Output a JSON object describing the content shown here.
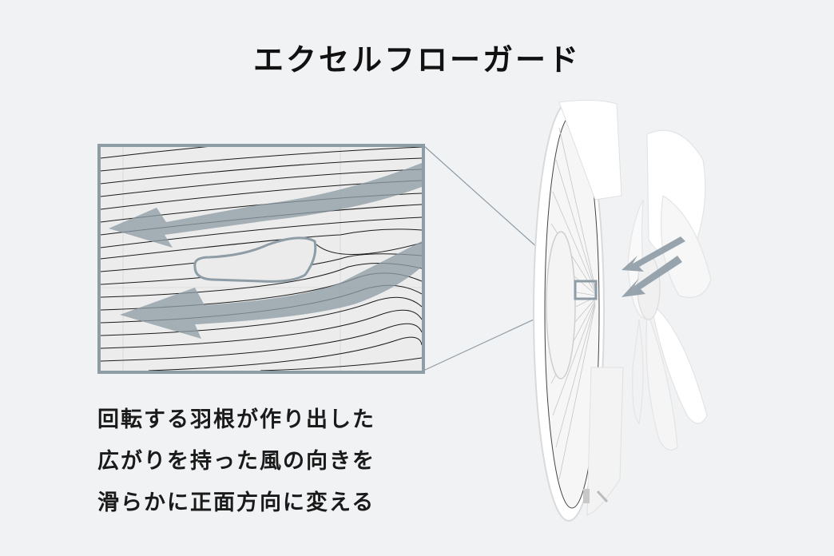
{
  "title": "エクセルフローガード",
  "caption": {
    "lines": [
      "回転する羽根が作り出した",
      "広がりを持った風の向きを",
      "滑らかに正面方向に変える"
    ]
  },
  "colors": {
    "background": "#f1f2f4",
    "accent_arrow": "#8e9ca6",
    "inset_border": "#8e9ca6",
    "streamline": "#1a1a1a",
    "fan_white": "#ffffff"
  },
  "illustration": {
    "inset": "airflow-streamlines-detail",
    "product": "electric-fan-exploded-view"
  }
}
